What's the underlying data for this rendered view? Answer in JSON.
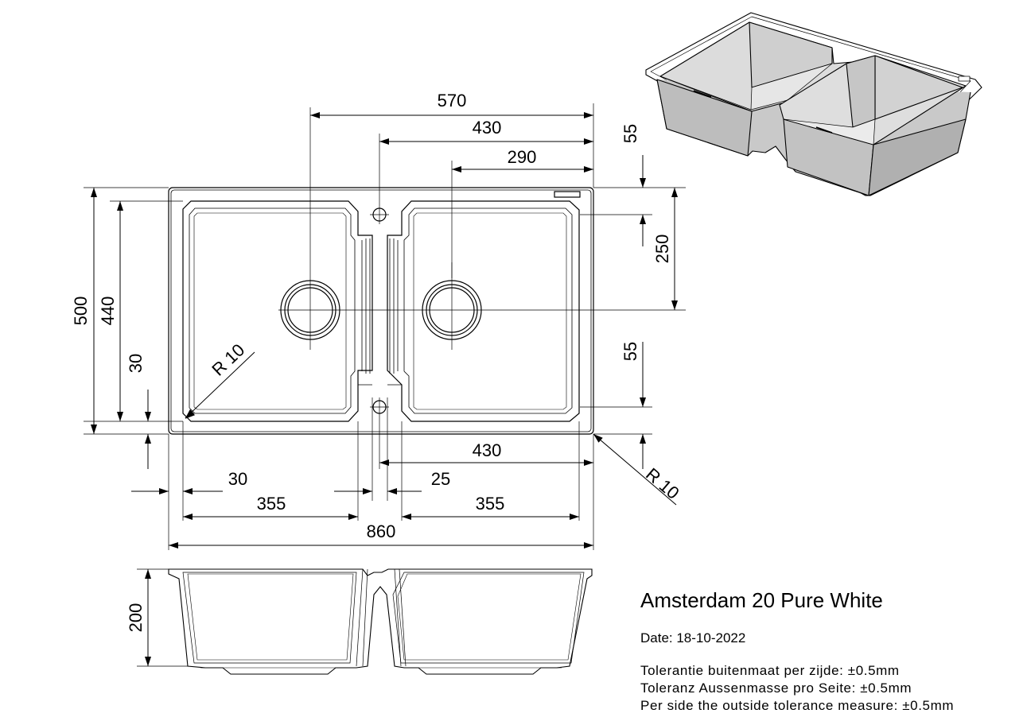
{
  "product_title": "Amsterdam 20 Pure White",
  "date": "Date: 18-10-2022",
  "tolerances": [
    "Tolerantie buitenmaat per zijde: ±0.5mm",
    "Toleranz Aussenmasse pro Seite: ±0.5mm",
    "Per side the outside tolerance measure: ±0.5mm"
  ],
  "dimensions": {
    "top_570": "570",
    "top_430": "430",
    "top_290": "290",
    "right_55_top": "55",
    "right_250": "250",
    "right_55_bottom": "55",
    "left_500": "500",
    "left_440": "440",
    "left_30": "30",
    "radius_inner": "R 10",
    "radius_outer": "R 10",
    "bottom_430": "430",
    "bottom_30": "30",
    "bottom_25": "25",
    "bottom_355_left": "355",
    "bottom_355_right": "355",
    "bottom_860": "860",
    "depth_200": "200"
  }
}
